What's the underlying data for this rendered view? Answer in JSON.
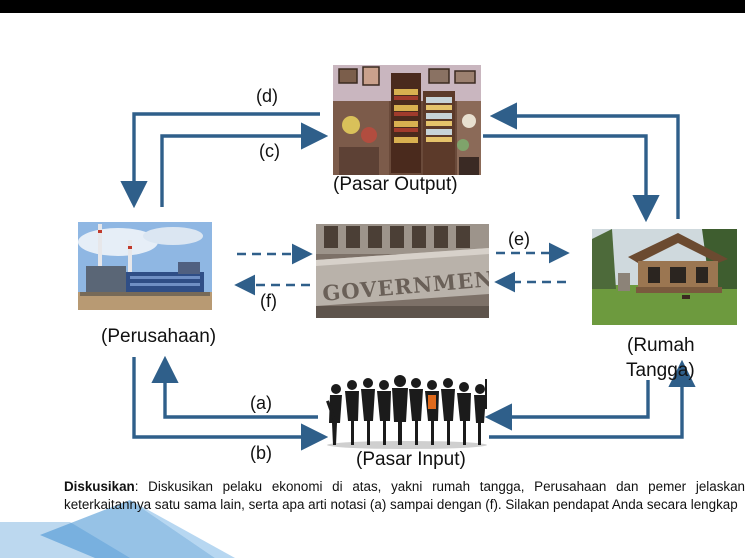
{
  "diagram": {
    "nodes": {
      "pasar_output": {
        "label": "(Pasar Output)"
      },
      "perusahaan": {
        "label": "(Perusahaan)"
      },
      "government": {
        "sign_text": "GOVERNMENT"
      },
      "rumah_tangga": {
        "label_line1": "(Rumah",
        "label_line2": "Tangga)"
      },
      "pasar_input": {
        "label": "(Pasar Input)"
      }
    },
    "flow_labels": {
      "a": "(a)",
      "b": "(b)",
      "c": "(c)",
      "d": "(d)",
      "e": "(e)",
      "f": "(f)"
    },
    "colors": {
      "arrow": "#2f5f8a",
      "watermark": "#3f8fd2"
    }
  },
  "discussion": {
    "heading": "Diskusikan",
    "text": ": Diskusikan pelaku ekonomi di atas, yakni rumah tangga, Perusahaan dan pemer jelaskan keterkaitannya satu sama lain, serta apa arti notasi (a) sampai dengan (f). Silakan pendapat Anda secara lengkap"
  }
}
